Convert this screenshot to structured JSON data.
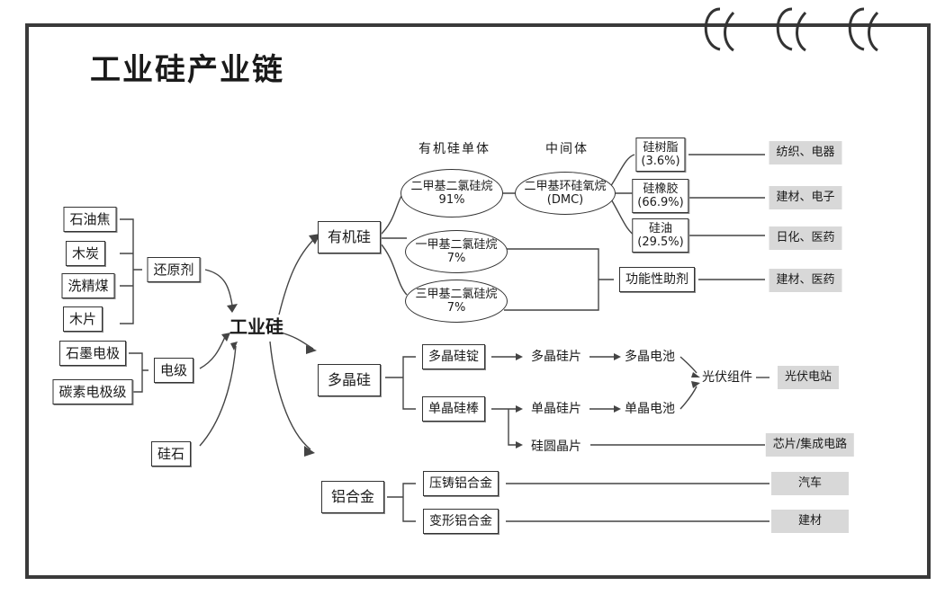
{
  "title": "工业硅产业链",
  "core": "工业硅",
  "headers": {
    "monomer": "有机硅单体",
    "intermediate": "中间体"
  },
  "raw_materials": {
    "reducers": [
      "石油焦",
      "木炭",
      "洗精煤",
      "木片"
    ],
    "reducer_group": "还原剂",
    "electrodes": [
      "石墨电极",
      "碳素电极级"
    ],
    "electrode_group": "电级",
    "stone": "硅石"
  },
  "products": {
    "organic": "有机硅",
    "poly": "多晶硅",
    "alloy": "铝合金"
  },
  "monomers": [
    {
      "name": "二甲基二氯硅烷",
      "share": "91%"
    },
    {
      "name": "一甲基二氯硅烷",
      "share": "7%"
    },
    {
      "name": "三甲基二氯硅烷",
      "share": "7%"
    }
  ],
  "dmc": {
    "name": "二甲基环硅氧烷",
    "abbr": "(DMC)"
  },
  "derivatives": [
    {
      "name": "硅树脂",
      "share": "(3.6%)"
    },
    {
      "name": "硅橡胶",
      "share": "(66.9%)"
    },
    {
      "name": "硅油",
      "share": "(29.5%)"
    }
  ],
  "aux": "功能性助剂",
  "poly_chain": {
    "ingot": "多晶硅锭",
    "poly_wafer": "多晶硅片",
    "poly_cell": "多晶电池",
    "rod": "单晶硅棒",
    "mono_wafer": "单晶硅片",
    "mono_cell": "单晶电池",
    "module": "光伏组件",
    "round_wafer": "硅圆晶片"
  },
  "alloy_chain": {
    "die_cast": "压铸铝合金",
    "wrought": "变形铝合金"
  },
  "applications": {
    "textile": "纺织、电器",
    "build_elec": "建材、电子",
    "daily": "日化、医药",
    "build_med": "建材、医药",
    "pv_station": "光伏电站",
    "chips": "芯片/集成电路",
    "auto": "汽车",
    "building": "建材"
  }
}
